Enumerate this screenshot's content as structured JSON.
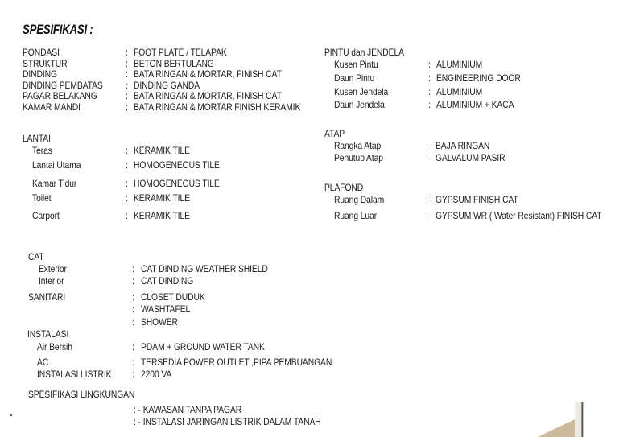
{
  "title": "SPESIFIKASI :",
  "left_top": [
    {
      "label": "PONDASI",
      "colon": ":",
      "value": "FOOT PLATE / TELAPAK"
    },
    {
      "label": "STRUKTUR",
      "colon": ":",
      "value": "BETON BERTULANG"
    },
    {
      "label": "DINDING",
      "colon": ":",
      "value": "BATA RINGAN & MORTAR, FINISH CAT"
    },
    {
      "label": "DINDING PEMBATAS",
      "colon": ":",
      "value": "DINDING GANDA"
    },
    {
      "label": "PAGAR BELAKANG",
      "colon": ":",
      "value": "BATA RINGAN & MORTAR, FINISH CAT"
    },
    {
      "label": "KAMAR MANDI",
      "colon": ":",
      "value": "BATA RINGAN & MORTAR FINISH KERAMIK"
    }
  ],
  "lantai": {
    "heading": "LANTAI",
    "rows": [
      {
        "label": "Teras",
        "colon": ":",
        "value": "KERAMIK TILE"
      },
      {
        "label": "Lantai Utama",
        "colon": ":",
        "value": "HOMOGENEOUS TILE"
      },
      {
        "label": "Kamar Tidur",
        "colon": ":",
        "value": "HOMOGENEOUS TILE"
      },
      {
        "label": "Toilet",
        "colon": ":",
        "value": "KERAMIK TILE"
      },
      {
        "label": "Carport",
        "colon": ":",
        "value": "KERAMIK TILE"
      }
    ]
  },
  "pintu_jendela": {
    "heading": "PINTU dan JENDELA",
    "rows": [
      {
        "label": "Kusen Pintu",
        "colon": ":",
        "value": "ALUMINIUM"
      },
      {
        "label": "Daun Pintu",
        "colon": ":",
        "value": "ENGINEERING DOOR"
      },
      {
        "label": "Kusen Jendela",
        "colon": ":",
        "value": "ALUMINIUM"
      },
      {
        "label": "Daun Jendela",
        "colon": ":",
        "value": "ALUMINIUM + KACA"
      }
    ]
  },
  "atap": {
    "heading": "ATAP",
    "rows": [
      {
        "label": "Rangka Atap",
        "colon": ":",
        "value": "BAJA RINGAN"
      },
      {
        "label": "Penutup Atap",
        "colon": ":",
        "value": "GALVALUM PASIR"
      }
    ]
  },
  "plafond": {
    "heading": "PLAFOND",
    "rows": [
      {
        "label": "Ruang Dalam",
        "colon": ":",
        "value": "GYPSUM FINISH CAT"
      },
      {
        "label": "Ruang Luar",
        "colon": ":",
        "value": "GYPSUM WR ( Water Resistant) FINISH CAT"
      }
    ]
  },
  "cat": {
    "heading": "CAT",
    "rows": [
      {
        "label": "Exterior",
        "colon": ":",
        "value": "CAT DINDING WEATHER SHIELD"
      },
      {
        "label": "Interior",
        "colon": ":",
        "value": "CAT DINDING"
      }
    ]
  },
  "sanitari": {
    "label": "SANITARI",
    "items": [
      {
        "colon": ":",
        "value": "CLOSET DUDUK"
      },
      {
        "colon": ":",
        "value": "WASHTAFEL"
      },
      {
        "colon": ":",
        "value": "SHOWER"
      }
    ]
  },
  "instalasi": {
    "heading": "INSTALASI",
    "rows": [
      {
        "label": "Air Bersih",
        "colon": ":",
        "value": "PDAM + GROUND WATER TANK"
      },
      {
        "label": "AC",
        "colon": ":",
        "value": "TERSEDIA POWER OUTLET ,PIPA PEMBUANGAN"
      },
      {
        "label": "INSTALASI LISTRIK",
        "colon": ":",
        "value": " 2200  VA"
      }
    ]
  },
  "lingkungan": {
    "heading": "SPESIFIKASI LINGKUNGAN",
    "items": [
      {
        "value": ": - KAWASAN TANPA PAGAR"
      },
      {
        "value": ": - INSTALASI JARINGAN LISTRIK DALAM TANAH"
      }
    ]
  }
}
